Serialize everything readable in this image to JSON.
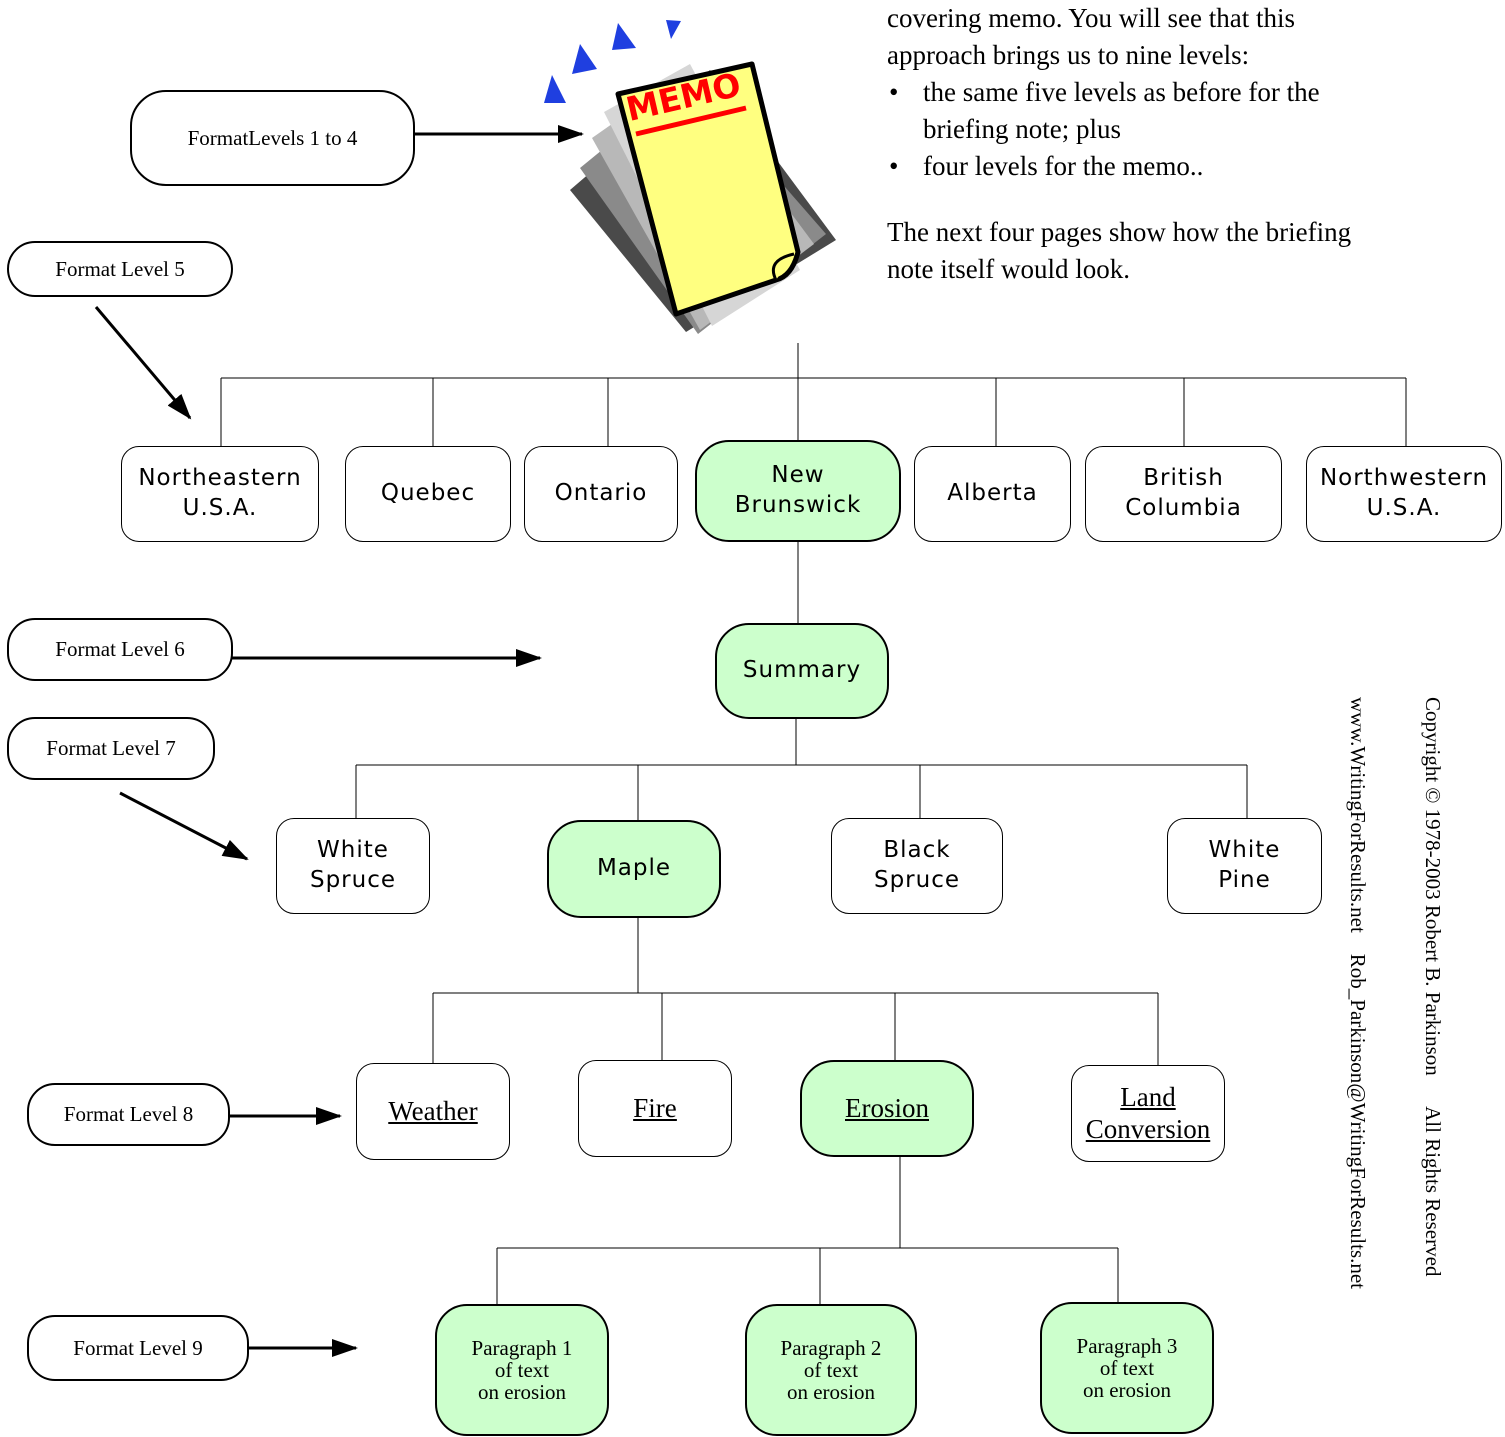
{
  "intro": {
    "line1": "covering memo.  You will see that this",
    "line2": "approach brings us to nine levels:",
    "bullets": [
      "the same five levels as before for the briefing note; plus",
      "four levels for the memo.."
    ],
    "closing": "The next four pages show how the briefing note itself would look."
  },
  "memo_graphic": {
    "text": "MEMO",
    "icon": "memo-pad-icon"
  },
  "format_labels": {
    "levels_1_4": [
      "Format",
      "Levels 1 to 4"
    ],
    "level_5": "Format Level 5",
    "level_6": "Format Level 6",
    "level_7": "Format Level 7",
    "level_8": "Format Level 8",
    "level_9": "Format Level 9"
  },
  "regions": [
    {
      "lines": [
        "Northeastern",
        "U.S.A."
      ],
      "highlight": false
    },
    {
      "lines": [
        "Quebec"
      ],
      "highlight": false
    },
    {
      "lines": [
        "Ontario"
      ],
      "highlight": false
    },
    {
      "lines": [
        "New",
        "Brunswick"
      ],
      "highlight": true
    },
    {
      "lines": [
        "Alberta"
      ],
      "highlight": false
    },
    {
      "lines": [
        "British",
        "Columbia"
      ],
      "highlight": false
    },
    {
      "lines": [
        "Northwestern",
        "U.S.A."
      ],
      "highlight": false
    }
  ],
  "summary": {
    "label": "Summary",
    "highlight": true
  },
  "species": [
    {
      "lines": [
        "White",
        "Spruce"
      ],
      "highlight": false
    },
    {
      "lines": [
        "Maple"
      ],
      "highlight": true
    },
    {
      "lines": [
        "Black",
        "Spruce"
      ],
      "highlight": false
    },
    {
      "lines": [
        "White",
        "Pine"
      ],
      "highlight": false
    }
  ],
  "threats": [
    {
      "lines": [
        "Weather"
      ],
      "highlight": false
    },
    {
      "lines": [
        "Fire"
      ],
      "highlight": false
    },
    {
      "lines": [
        "Erosion"
      ],
      "highlight": true
    },
    {
      "lines": [
        "Land",
        "Conversion"
      ],
      "highlight": false
    }
  ],
  "paragraphs": [
    {
      "lines": [
        "Paragraph 1",
        "of text",
        "on erosion"
      ],
      "highlight": true
    },
    {
      "lines": [
        "Paragraph 2",
        "of text",
        "on erosion"
      ],
      "highlight": true
    },
    {
      "lines": [
        "Paragraph 3",
        "of text",
        "on erosion"
      ],
      "highlight": true
    }
  ],
  "copyright": {
    "line1": "Copyright © 1978-2003 Robert B. Parkinson      All Rights Reserved",
    "line2": "www.WritingForResults.net    Rob_Parkinson@WritingForResults.net"
  },
  "colors": {
    "highlight_fill": "#ccffcc",
    "memo_yellow": "#ffff80",
    "memo_text": "#ff0000",
    "accent_triangles": "#1f3fe0"
  }
}
